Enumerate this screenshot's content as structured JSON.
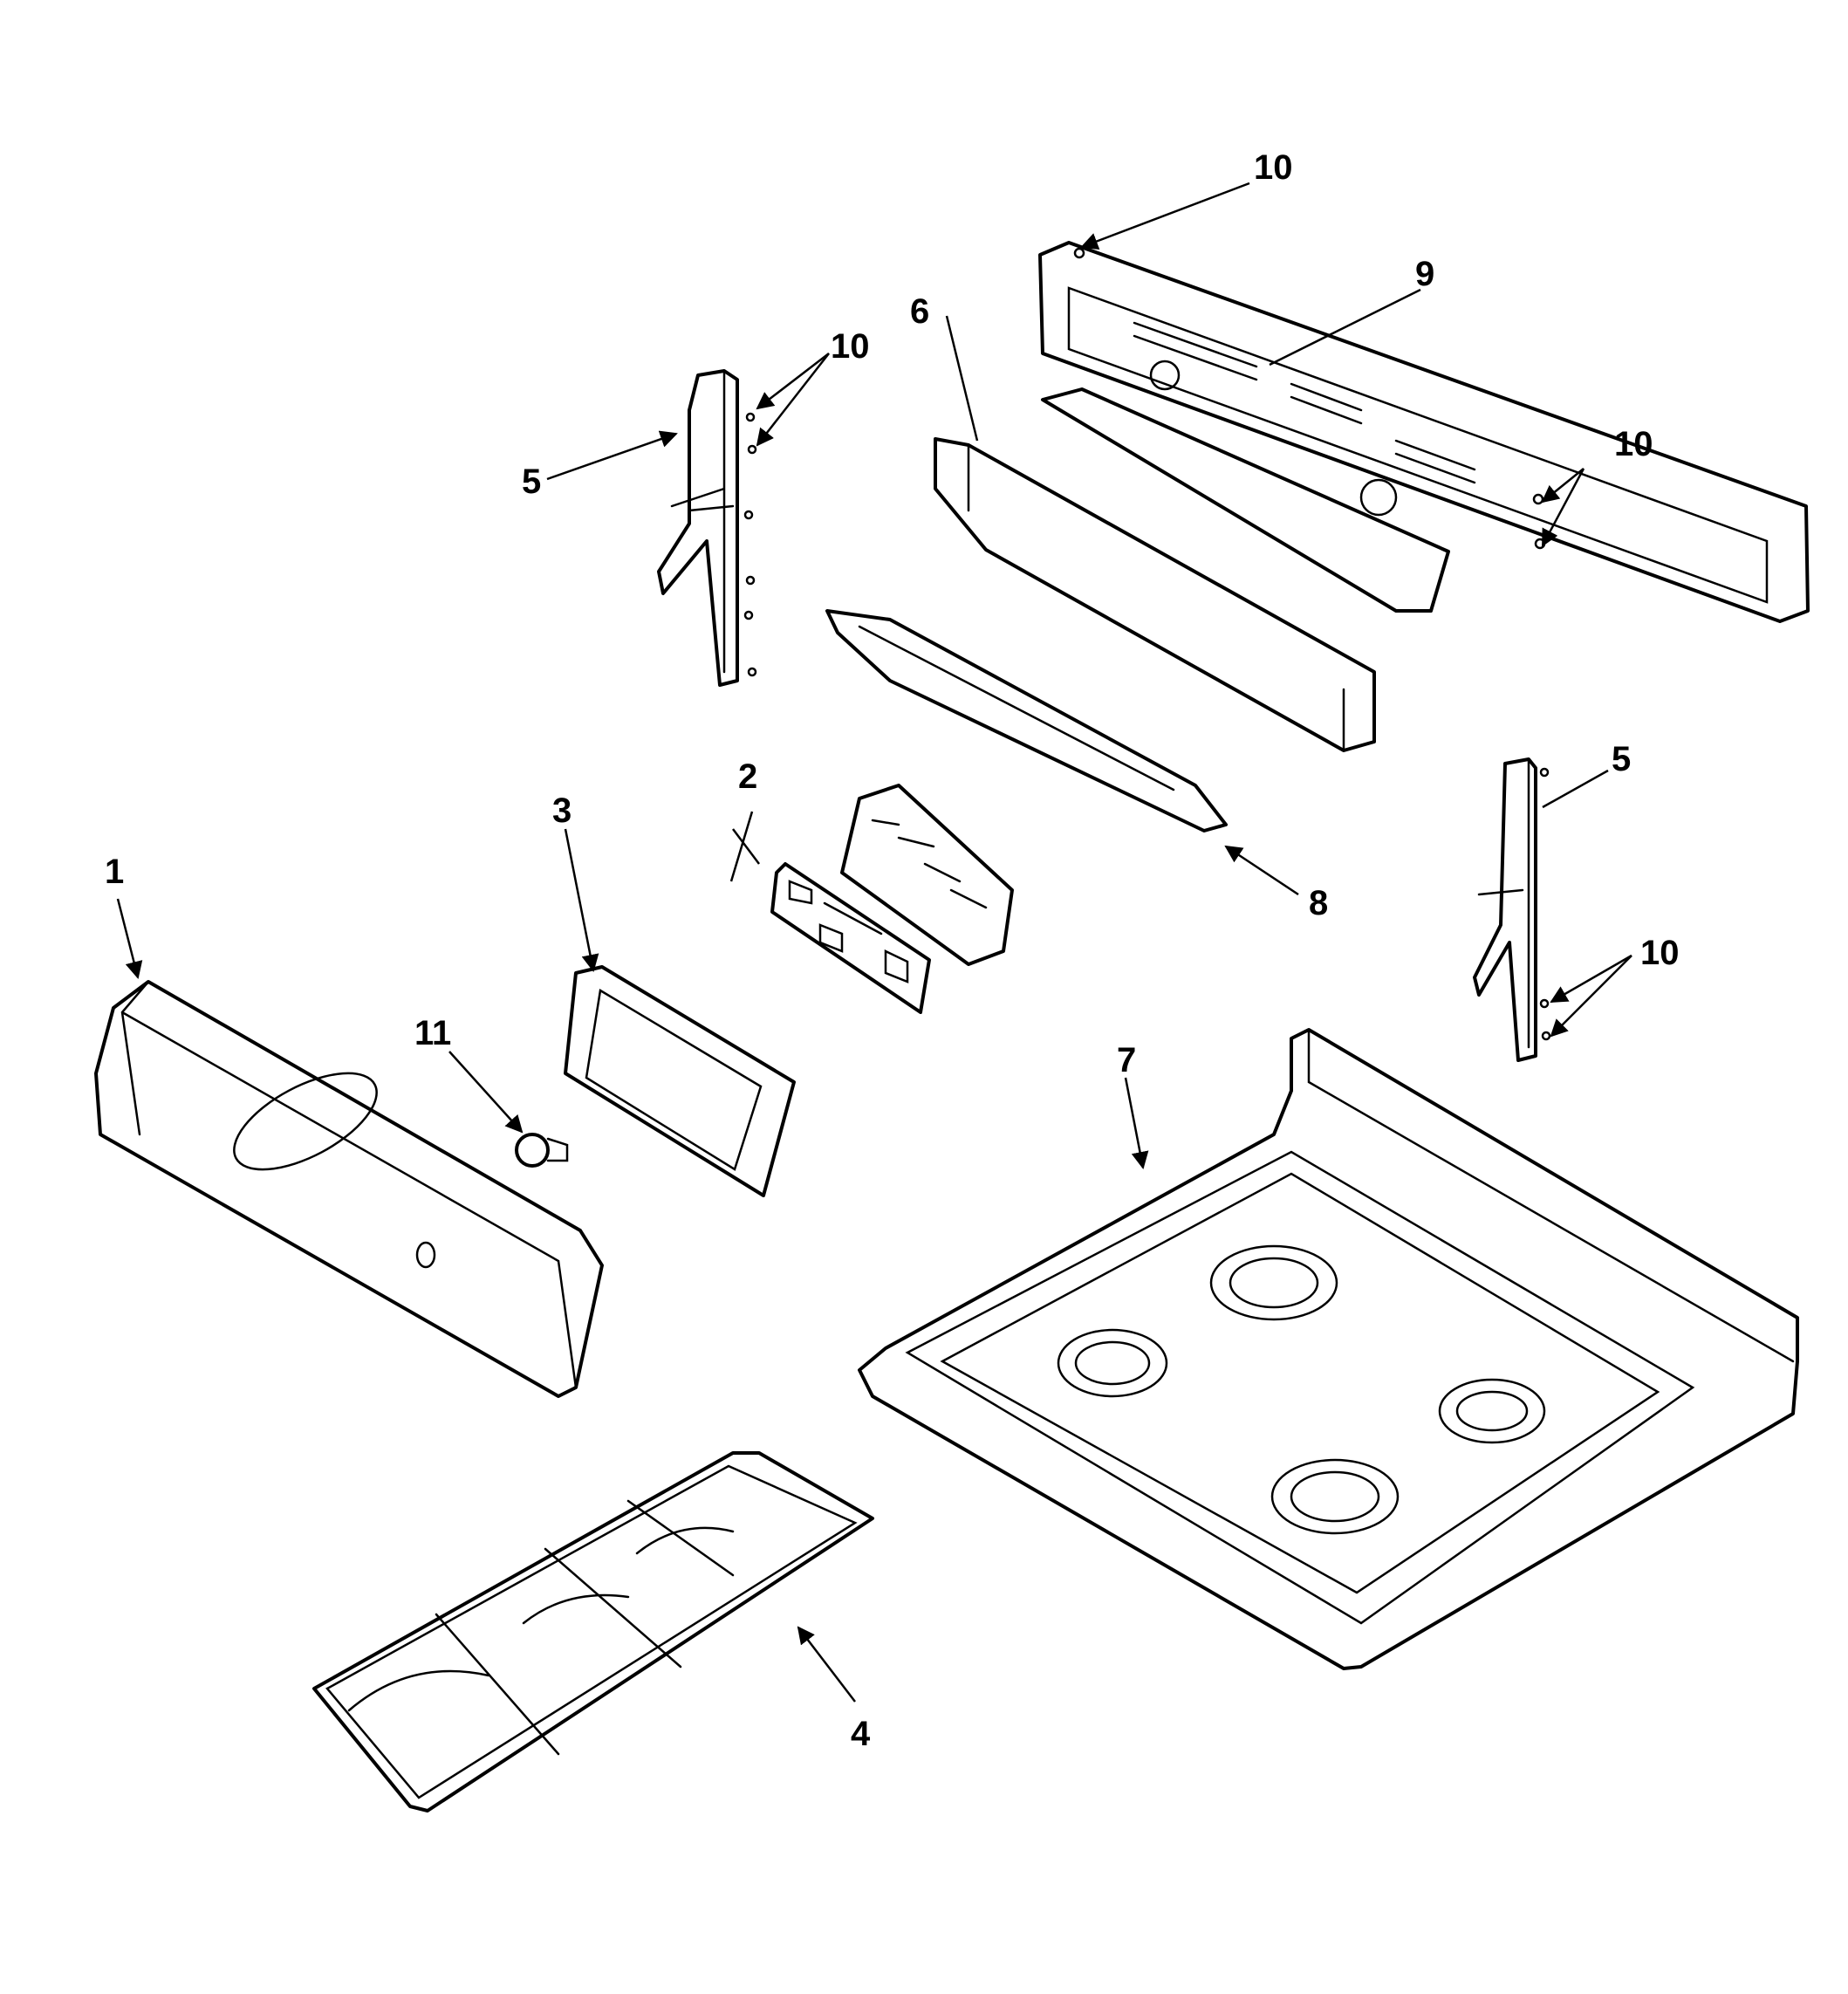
{
  "diagram": {
    "callouts": [
      {
        "id": "1",
        "label": "1"
      },
      {
        "id": "2",
        "label": "2"
      },
      {
        "id": "3",
        "label": "3"
      },
      {
        "id": "4",
        "label": "4"
      },
      {
        "id": "5a",
        "label": "5"
      },
      {
        "id": "5b",
        "label": "5"
      },
      {
        "id": "6",
        "label": "6"
      },
      {
        "id": "7",
        "label": "7"
      },
      {
        "id": "8",
        "label": "8"
      },
      {
        "id": "9",
        "label": "9"
      },
      {
        "id": "10a",
        "label": "10"
      },
      {
        "id": "10b",
        "label": "10"
      },
      {
        "id": "10c",
        "label": "10"
      },
      {
        "id": "10d",
        "label": "10"
      },
      {
        "id": "11",
        "label": "11"
      }
    ]
  }
}
